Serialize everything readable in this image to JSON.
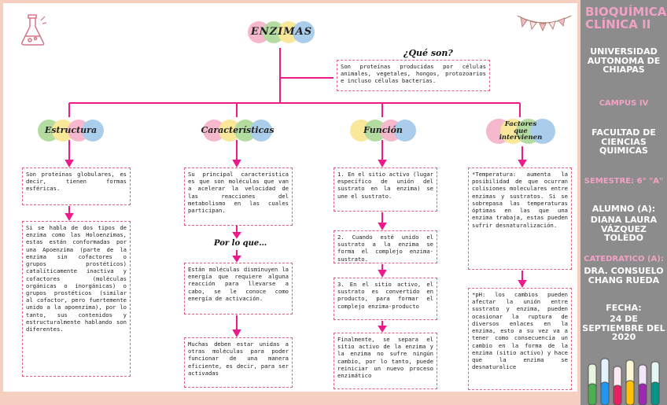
{
  "colors": {
    "accent": "#ee1a8c",
    "dot_green": "#b5dca0",
    "dot_yellow": "#f9e79a",
    "dot_pink": "#f6b8cc",
    "dot_blue": "#a9cdea",
    "sidebar_bg": "#8c8c8c",
    "box_border": "#e0607e"
  },
  "icons": {
    "flask": "flask-icon",
    "test_tubes": "test-tubes-icon",
    "garland": "pennant-garland-icon"
  },
  "title": "ENZIMAS",
  "what_label": "¿Qué son?",
  "what_text": "Son proteínas producidas por células animales, vegetales, hongos, protozoarios e incluso células bacterias.",
  "branches": {
    "estructura": {
      "label": "Estructura",
      "boxes": [
        "Son proteínas globulares, es decir, tienen formas esféricas.",
        "Si se habla de dos tipos de enzima como las Holoenzimas, estas están conformadas por una Apoenzima (parte de la enzima sin cofactores o grupos prostéticos) catalíticamente inactiva y cofactores (moléculas orgánicas o inorgánicas) o grupos prostéticos (similar al cofactor, pero fuertemente unido a la apoenzima), por lo tanto, sus contenidos y estructuralmente hablando son diferentes."
      ]
    },
    "caracteristicas": {
      "label": "Características",
      "boxes": [
        "Su principal característica es que son moléculas que van a acelerar la velocidad de las reacciones del metabolismo en las cuales participan.",
        "Están moléculas disminuyen la energía que requiere alguna reacción para llevarse a cabo, se le conoce como energía de activación.",
        "Muchas deben estar unidas a otras moléculas para poder funcionar de una manera eficiente, es decir, para ser activadas"
      ],
      "sub_label": "Por lo que…"
    },
    "funcion": {
      "label": "Función",
      "boxes": [
        "1. En el sitio activo (lugar específico de unión del sustrato en la enzima) se une el sustrato.",
        "2. Cuando esté unido el sustrato a la enzima se forma el complejo enzima-sustrato.",
        "3. En el sitio activo, el sustrato es convertido en producto, para formar el complejo enzima-producto",
        "Finalmente, se separa el sitio activo de la enzima y la enzima no sufre ningún cambio, por lo tanto, puede reiniciar un nuevo proceso enzimático"
      ]
    },
    "factores": {
      "label": "Factores que intervienen",
      "boxes": [
        "*Temperatura: aumenta la posibilidad de que ocurran colisiones moleculares entre enzimas y sustratos. Si se sobrepasa las temperaturas óptimas en las que una enzima trabaja, estas pueden sufrir desnaturalización.",
        "*pH: los cambios pueden afectar la unión entre sustrato y enzima, pueden ocasionar la ruptura de diversos enlaces en la enzima, esto a su vez va a tener como consecuencia un cambio en la forma de la enzima (sitio activo) y hace que la enzima se desnaturalice"
      ]
    }
  },
  "sidebar": {
    "course_title": "BIOQUÍMICA CLÍNICA II",
    "university": "UNIVERSIDAD AUTONOMA DE CHIAPAS",
    "campus": "CAMPUS IV",
    "faculty": "FACULTAD DE CIENCIAS QUIMICAS",
    "semester": "SEMESTRE: 6° \"A\"",
    "student_label": "ALUMNO (A):",
    "student_name": "DIANA LAURA VÁZQUEZ TOLEDO",
    "teacher_label": "CATEDRATICO (A):",
    "teacher_name": "DRA. CONSUELO CHANG RUEDA",
    "date_label": "FECHA:",
    "date_value": "24 DE SEPTIEMBRE DEL 2020"
  }
}
